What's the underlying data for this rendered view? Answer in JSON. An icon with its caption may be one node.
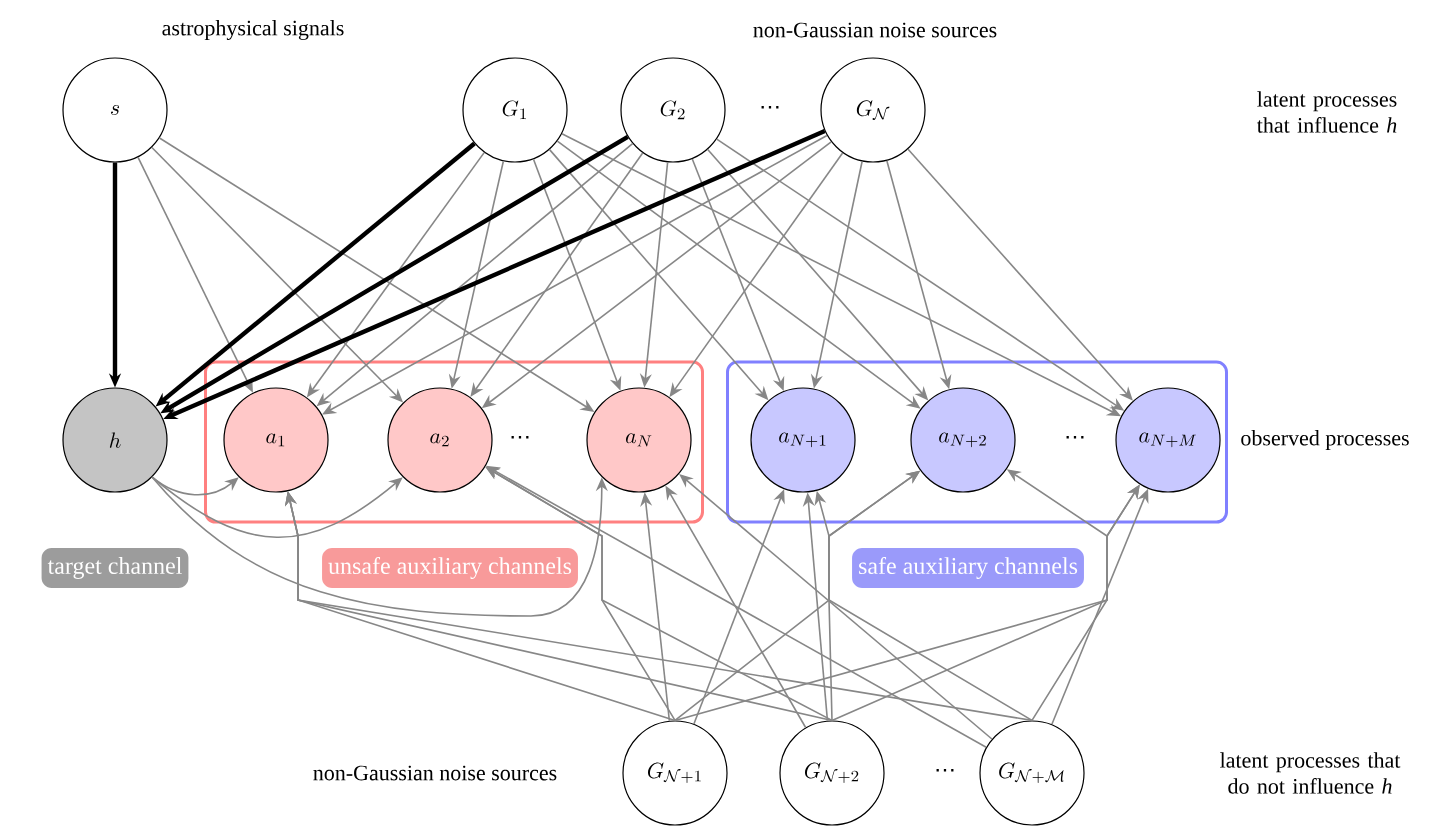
{
  "diagram": {
    "nodes": [
      {
        "text": [
          "s"
        ]
      },
      {
        "text": [
          "G_{1}"
        ]
      },
      {
        "text": [
          "G_{2}"
        ]
      },
      {
        "text": [
          "G_{\\mathcal{N}}"
        ]
      },
      {
        "text": [
          "h"
        ]
      },
      {
        "text": [],
        "shape": "box"
      },
      {
        "text": [
          "a_{1}"
        ],
        "in": 5
      },
      {
        "text": [
          "a_{2}"
        ],
        "in": 5
      },
      {
        "text": [
          "a_{N}"
        ],
        "in": 5
      },
      {
        "text": [],
        "shape": "box"
      },
      {
        "text": [
          "a_{N+1}"
        ],
        "in": 9
      },
      {
        "text": [
          "a_{N+2}"
        ],
        "in": 9
      },
      {
        "text": [
          "a_{N+M}"
        ],
        "in": 9
      },
      {
        "text": [
          "target channel"
        ]
      },
      {
        "text": [
          "unsafe auxiliary channels"
        ]
      },
      {
        "text": [
          "safe auxiliary channels"
        ]
      },
      {
        "text": [
          "G_{\\mathcal{N}+1}"
        ]
      },
      {
        "text": [
          "G_{\\mathcal{N}+2}"
        ]
      },
      {
        "text": [
          "G_{\\mathcal{N}+\\mathcal{M}}"
        ]
      }
    ],
    "edges": [
      {
        "from": 0,
        "to": 4,
        "arrow": "to",
        "style": "thick",
        "color": "#000000"
      },
      {
        "from": 0,
        "to": 6,
        "arrow": "to"
      },
      {
        "from": 0,
        "to": 7,
        "arrow": "to"
      },
      {
        "from": 0,
        "to": 8,
        "arrow": "to"
      },
      {
        "from": 1,
        "to": 4,
        "arrow": "to",
        "style": "thick",
        "color": "#000000"
      },
      {
        "from": 1,
        "to": 6,
        "arrow": "to"
      },
      {
        "from": 1,
        "to": 7,
        "arrow": "to"
      },
      {
        "from": 1,
        "to": 8,
        "arrow": "to"
      },
      {
        "from": 1,
        "to": 10,
        "arrow": "to"
      },
      {
        "from": 1,
        "to": 11,
        "arrow": "to"
      },
      {
        "from": 1,
        "to": 12,
        "arrow": "to"
      },
      {
        "from": 2,
        "to": 4,
        "arrow": "to",
        "style": "thick",
        "color": "#000000"
      },
      {
        "from": 2,
        "to": 6,
        "arrow": "to"
      },
      {
        "from": 2,
        "to": 7,
        "arrow": "to"
      },
      {
        "from": 2,
        "to": 8,
        "arrow": "to"
      },
      {
        "from": 2,
        "to": 10,
        "arrow": "to"
      },
      {
        "from": 2,
        "to": 11,
        "arrow": "to"
      },
      {
        "from": 2,
        "to": 12,
        "arrow": "to"
      },
      {
        "from": 3,
        "to": 4,
        "arrow": "to",
        "style": "thick",
        "color": "#000000"
      },
      {
        "from": 3,
        "to": 6,
        "arrow": "to"
      },
      {
        "from": 3,
        "to": 7,
        "arrow": "to"
      },
      {
        "from": 3,
        "to": 8,
        "arrow": "to"
      },
      {
        "from": 3,
        "to": 10,
        "arrow": "to"
      },
      {
        "from": 3,
        "to": 11,
        "arrow": "to"
      },
      {
        "from": 3,
        "to": 12,
        "arrow": "to"
      },
      {
        "from": 4,
        "to": 6,
        "arrow": "to"
      },
      {
        "from": 4,
        "to": 7,
        "arrow": "to"
      },
      {
        "from": 4,
        "to": 8,
        "arrow": "to"
      },
      {
        "from": 16,
        "to": 6,
        "arrow": "to"
      },
      {
        "from": 16,
        "to": 7,
        "arrow": "to"
      },
      {
        "from": 16,
        "to": 8,
        "arrow": "to"
      },
      {
        "from": 16,
        "to": 10,
        "arrow": "to"
      },
      {
        "from": 16,
        "to": 11,
        "arrow": "to"
      },
      {
        "from": 16,
        "to": 12,
        "arrow": "to"
      },
      {
        "from": 17,
        "to": 6,
        "arrow": "to"
      },
      {
        "from": 17,
        "to": 7,
        "arrow": "to"
      },
      {
        "from": 17,
        "to": 8,
        "arrow": "to"
      },
      {
        "from": 17,
        "to": 10,
        "arrow": "to"
      },
      {
        "from": 17,
        "to": 11,
        "arrow": "to"
      },
      {
        "from": 17,
        "to": 12,
        "arrow": "to"
      },
      {
        "from": 18,
        "to": 6,
        "arrow": "to"
      },
      {
        "from": 18,
        "to": 7,
        "arrow": "to"
      },
      {
        "from": 18,
        "to": 8,
        "arrow": "to"
      },
      {
        "from": 18,
        "to": 10,
        "arrow": "to"
      },
      {
        "from": 18,
        "to": 11,
        "arrow": "to"
      },
      {
        "from": 18,
        "to": 12,
        "arrow": "to"
      }
    ],
    "labels": [
      "astrophysical signals",
      "non-Gaussian noise sources",
      "latent processes that influence *h*",
      "⋯",
      "⋯",
      "⋯",
      "observed processes",
      "non-Gaussian noise sources",
      "⋯",
      "latent processes that do not influence *h*"
    ]
  }
}
